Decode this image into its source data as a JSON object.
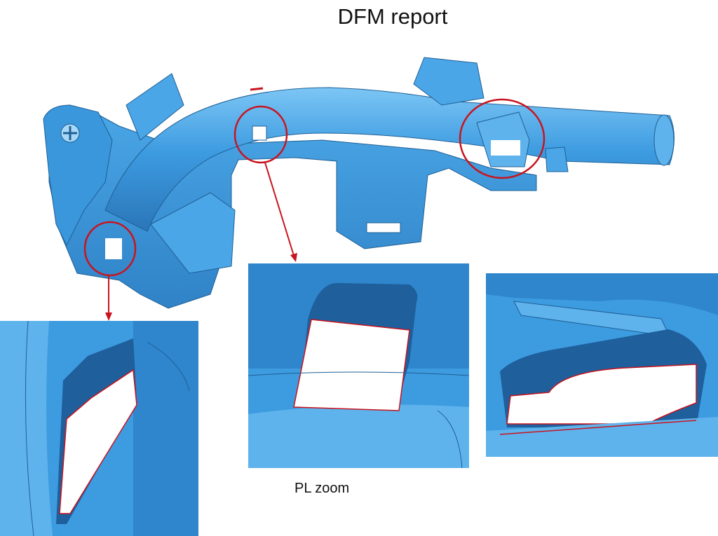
{
  "title": "DFM report",
  "caption": "PL zoom",
  "colors": {
    "part_blue": "#3d9be0",
    "part_light": "#6cbdf2",
    "part_dark": "#2a76b8",
    "highlight_red": "#c8141e"
  },
  "callouts": [
    {
      "name": "left-window-callout"
    },
    {
      "name": "center-window-callout"
    },
    {
      "name": "right-window-callout"
    }
  ]
}
